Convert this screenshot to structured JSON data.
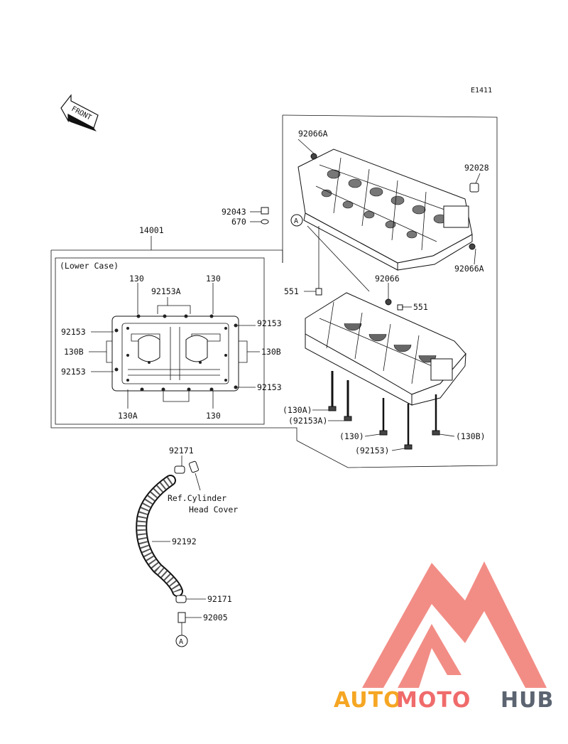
{
  "diagram": {
    "code": "E1411",
    "front_arrow": "FRONT",
    "lower_case_title": "(Lower Case)",
    "ref_text_line1": "Ref.Cylinder",
    "ref_text_line2": "Head Cover",
    "labels": {
      "p14001": "14001",
      "p92066A_top": "92066A",
      "p92028": "92028",
      "p92043": "92043",
      "p670": "670",
      "p92066A_right": "92066A",
      "p92066": "92066",
      "p551_left": "551",
      "p551_right": "551",
      "inset_130_left": "130",
      "inset_130_right": "130",
      "inset_92153A": "92153A",
      "inset_92153_left_top": "92153",
      "inset_92153_right_top": "92153",
      "inset_130B_left": "130B",
      "inset_130B_right": "130B",
      "inset_92153_left_bottom": "92153",
      "inset_92153_right_bottom": "92153",
      "inset_130A": "130A",
      "inset_130_bottom": "130",
      "b130A": "(130A)",
      "b92153A": "(92153A)",
      "b130": "(130)",
      "b92153": "(92153)",
      "b130B": "(130B)",
      "p92171_top": "92171",
      "p92192": "92192",
      "p92171_bottom": "92171",
      "p92005": "92005",
      "callout_A": "A"
    }
  },
  "watermark": {
    "part1": "AUTO",
    "part2": "MOTO",
    "part3": "HUB",
    "color1": "#f5a623",
    "color2": "#f06b6b",
    "color3": "#5b6470",
    "logo_color": "#f07a72"
  }
}
